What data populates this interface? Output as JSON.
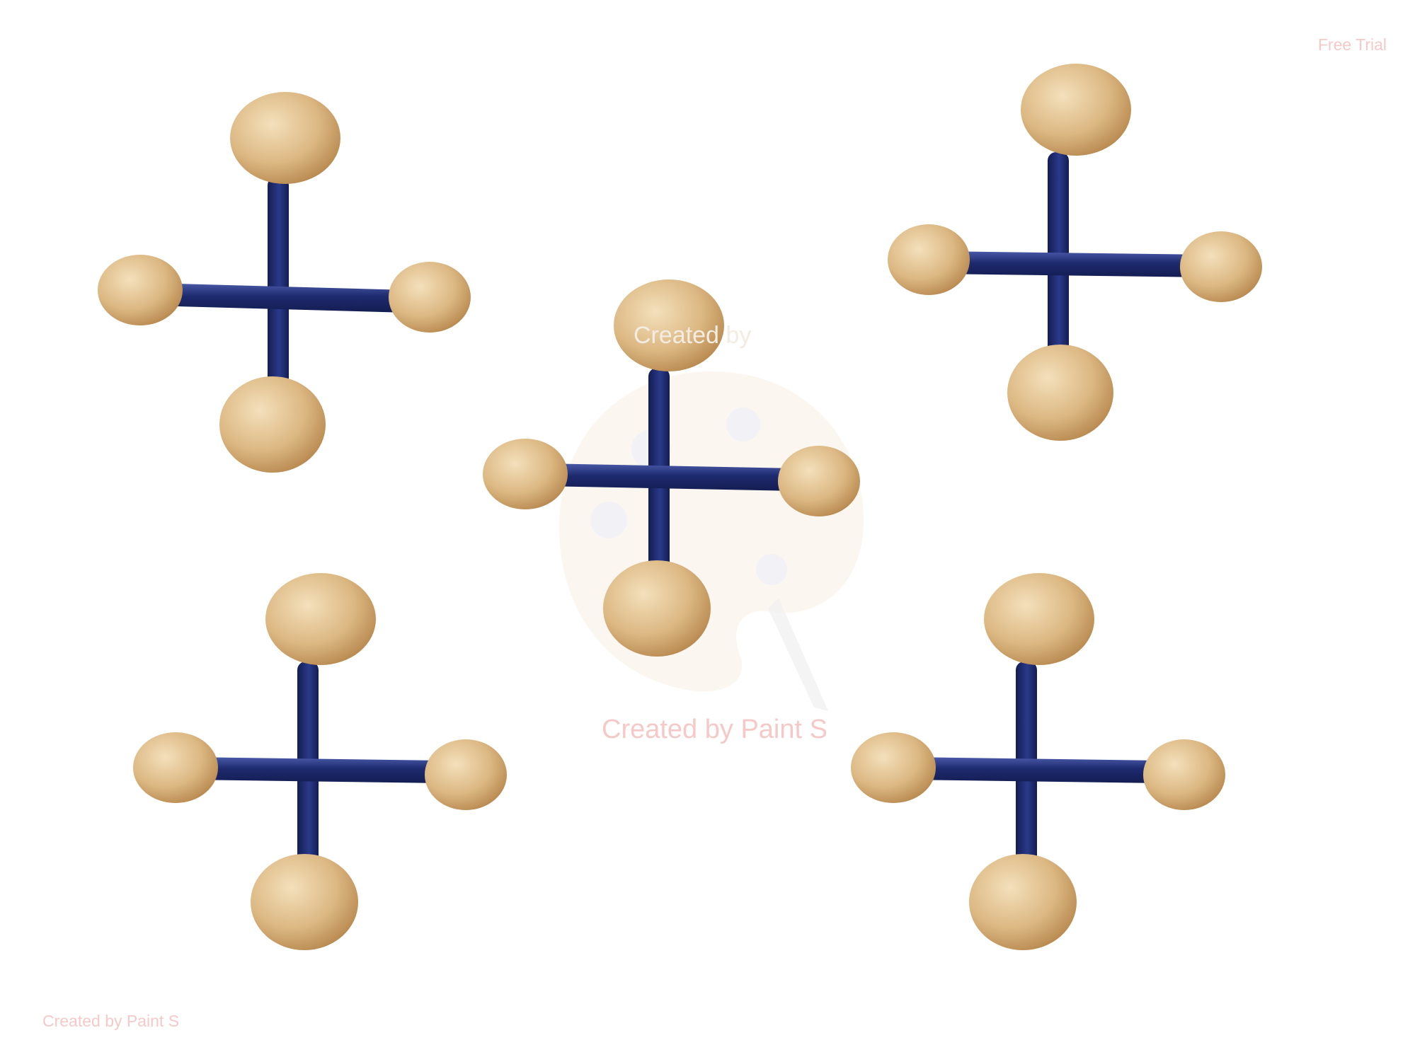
{
  "watermarks": {
    "free_trial": "Free Trial",
    "bottom_left": "Created by Paint S",
    "center": "Created by Paint S",
    "center_faint": "Created by"
  },
  "colors": {
    "background": "#ffffff",
    "rod": "#1d2a6e",
    "rod_highlight": "#4a5aa8",
    "ball_light": "#f1d9ad",
    "ball_mid": "#d9b47f",
    "ball_dark": "#b58a52",
    "watermark": "#f6c9c9"
  },
  "objects": [
    {
      "name": "wooden jack with blue metal rods"
    },
    {
      "name": "wooden jack with blue metal rods"
    },
    {
      "name": "wooden jack with blue metal rods"
    },
    {
      "name": "wooden jack with blue metal rods"
    },
    {
      "name": "wooden jack with blue metal rods"
    }
  ],
  "object_count": 5
}
